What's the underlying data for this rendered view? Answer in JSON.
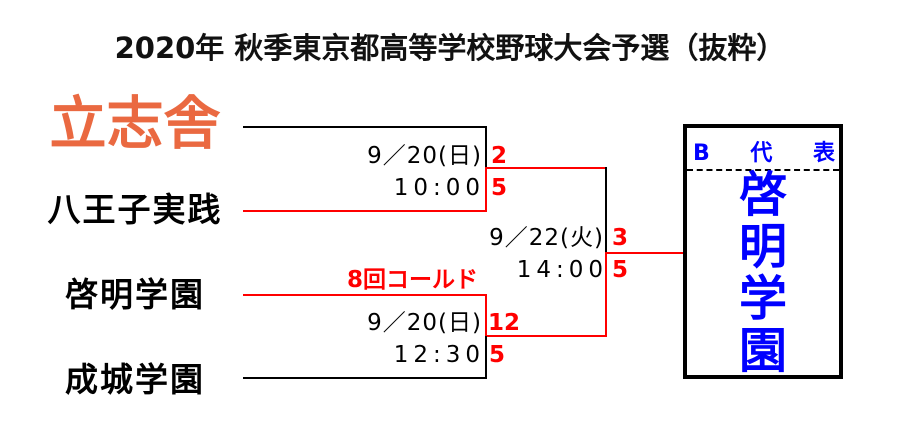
{
  "title": "2020年 秋季東京都高等学校野球大会予選（抜粋）",
  "colors": {
    "highlight_team": "#ea6941",
    "winner_line": "#ff0000",
    "loser_line": "#000000",
    "score": "#ff0000",
    "representative": "#0000ff"
  },
  "teams": [
    {
      "name": "立志舎"
    },
    {
      "name": "八王子実践"
    },
    {
      "name": "啓明学園"
    },
    {
      "name": "成城学園"
    }
  ],
  "matches": [
    {
      "round": "first-round-1",
      "date": "9／20(日)",
      "time": "10:00",
      "score_top": "2",
      "score_bottom": "5",
      "note": ""
    },
    {
      "round": "semifinal",
      "date": "9／22(火)",
      "time": "14:00",
      "score_top": "3",
      "score_bottom": "5",
      "note": ""
    },
    {
      "round": "first-round-2",
      "date": "9／20(日)",
      "time": "12:30",
      "score_top": "12",
      "score_bottom": "5",
      "note": "8回コールド"
    }
  ],
  "representative": {
    "block": "B",
    "label_1": "代",
    "label_2": "表",
    "winner": "啓明学園",
    "winner_chars": [
      "啓",
      "明",
      "学",
      "園"
    ]
  }
}
